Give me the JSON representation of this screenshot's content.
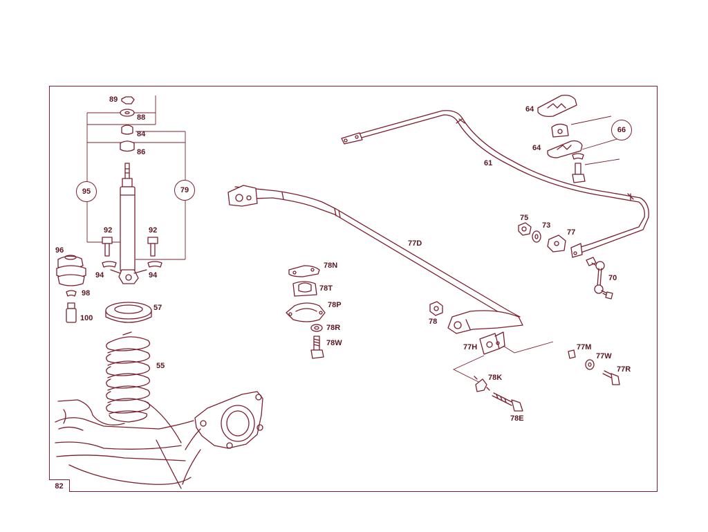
{
  "page_number": "82",
  "callouts": {
    "c89": "89",
    "c88": "88",
    "c84": "84",
    "c86": "86",
    "c95": "95",
    "c79": "79",
    "c92a": "92",
    "c92b": "92",
    "c96": "96",
    "c94a": "94",
    "c94b": "94",
    "c98": "98",
    "c100": "100",
    "c57": "57",
    "c55": "55",
    "c64a": "64",
    "c64b": "64",
    "c66": "66",
    "c61": "61",
    "c75": "75",
    "c73": "73",
    "c77": "77",
    "c70": "70",
    "c77D": "77D",
    "c78N": "78N",
    "c78T": "78T",
    "c78P": "78P",
    "c78R": "78R",
    "c78W": "78W",
    "c78": "78",
    "c77H": "77H",
    "c77M": "77M",
    "c77W": "77W",
    "c77R": "77R",
    "c78K": "78K",
    "c78E": "78E"
  },
  "colors": {
    "line": "#7a1e2c",
    "text": "#5a1420",
    "background": "#ffffff"
  }
}
